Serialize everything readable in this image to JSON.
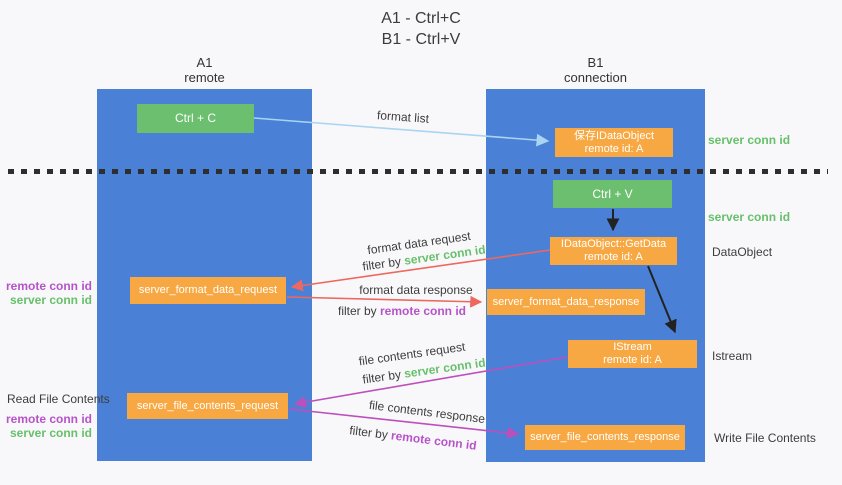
{
  "title": {
    "line1": "A1 - Ctrl+C",
    "line2": "B1 - Ctrl+V"
  },
  "lanes": {
    "left": {
      "name": "A1",
      "role": "remote"
    },
    "right": {
      "name": "B1",
      "role": "connection"
    }
  },
  "nodes": {
    "ctrl_c": {
      "label": "Ctrl + C"
    },
    "ctrl_v": {
      "label": "Ctrl + V"
    },
    "save_dataobject": {
      "line1": "保存IDataObject",
      "line2": "remote id: A"
    },
    "getdata": {
      "line1": "IDataObject::GetData",
      "line2": "remote id: A"
    },
    "istream": {
      "line1": "IStream",
      "line2": "remote id: A"
    },
    "format_request": {
      "label": "server_format_data_request"
    },
    "format_response": {
      "label": "server_format_data_response"
    },
    "file_request": {
      "label": "server_file_contents_request"
    },
    "file_response": {
      "label": "server_file_contents_response"
    }
  },
  "flow_labels": {
    "format_list": "format list",
    "format_data_request": "format data request",
    "format_data_request_filter": {
      "prefix": "filter by ",
      "highlight": "server conn id"
    },
    "format_data_response": "format data response",
    "format_data_response_filter": {
      "prefix": "filter by ",
      "highlight": "remote conn id"
    },
    "file_contents_request": "file contents request",
    "file_contents_request_filter": {
      "prefix": "filter by ",
      "highlight": "server conn id"
    },
    "file_contents_response": "file contents response",
    "file_contents_response_filter": {
      "prefix": "filter by ",
      "highlight": "remote conn id"
    }
  },
  "side_labels": {
    "right_server_conn_id_1": "server conn id",
    "right_server_conn_id_2": "server conn id",
    "right_dataobject": "DataObject",
    "right_istream": "Istream",
    "right_write_file": "Write File Contents",
    "left_remote_conn_id_1": "remote conn id",
    "left_server_conn_id_1": "server conn id",
    "left_read_file": "Read File Contents",
    "left_remote_conn_id_2": "remote conn id",
    "left_server_conn_id_2": "server conn id"
  },
  "colors": {
    "lane_blue": "#4a80d6",
    "node_orange": "#f7a843",
    "node_green": "#6cbf6e",
    "text_green": "#67c06b",
    "text_purple": "#b653c9",
    "arrow_light_blue": "#a9d5f0",
    "arrow_red": "#ed685e",
    "arrow_magenta": "#bd4fbd",
    "arrow_black": "#222222"
  }
}
